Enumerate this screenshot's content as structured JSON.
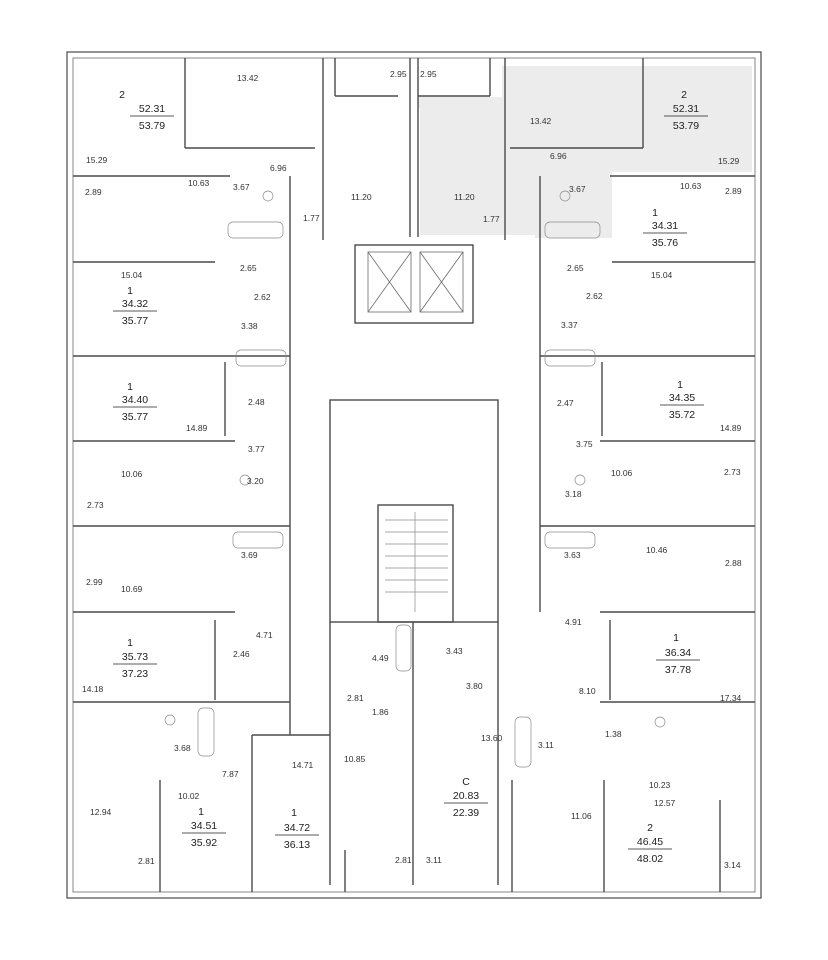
{
  "plan": {
    "highlight_color": "#ececec",
    "apartments": [
      {
        "rooms": "2",
        "living": "52.31",
        "total": "53.79"
      },
      {
        "rooms": "2",
        "living": "52.31",
        "total": "53.79"
      },
      {
        "rooms": "1",
        "living": "34.31",
        "total": "35.76"
      },
      {
        "rooms": "1",
        "living": "34.32",
        "total": "35.77"
      },
      {
        "rooms": "1",
        "living": "34.40",
        "total": "35.77"
      },
      {
        "rooms": "1",
        "living": "34.35",
        "total": "35.72"
      },
      {
        "rooms": "1",
        "living": "35.73",
        "total": "37.23"
      },
      {
        "rooms": "1",
        "living": "36.34",
        "total": "37.78"
      },
      {
        "rooms": "1",
        "living": "34.51",
        "total": "35.92"
      },
      {
        "rooms": "1",
        "living": "34.72",
        "total": "36.13"
      },
      {
        "rooms": "С",
        "living": "20.83",
        "total": "22.39"
      },
      {
        "rooms": "2",
        "living": "46.45",
        "total": "48.02"
      }
    ],
    "room_areas": [
      "13.42",
      "2.95",
      "2.95",
      "13.42",
      "15.29",
      "6.96",
      "6.96",
      "15.29",
      "10.63",
      "3.67",
      "11.20",
      "11.20",
      "3.67",
      "10.63",
      "2.89",
      "1.77",
      "1.77",
      "2.89",
      "15.04",
      "2.65",
      "2.65",
      "15.04",
      "2.62",
      "2.62",
      "3.38",
      "3.37",
      "2.48",
      "2.47",
      "14.89",
      "14.89",
      "3.77",
      "3.75",
      "10.06",
      "3.20",
      "3.18",
      "10.06",
      "2.73",
      "2.73",
      "3.69",
      "3.63",
      "10.46",
      "2.99",
      "10.69",
      "2.88",
      "4.71",
      "4.91",
      "2.46",
      "4.49",
      "3.43",
      "14.18",
      "3.80",
      "8.10",
      "17.34",
      "2.81",
      "1.86",
      "13.60",
      "3.11",
      "1.38",
      "3.68",
      "14.71",
      "10.85",
      "7.87",
      "10.02",
      "10.23",
      "12.57",
      "12.94",
      "11.06",
      "2.81",
      "2.81",
      "3.11",
      "3.14"
    ]
  }
}
